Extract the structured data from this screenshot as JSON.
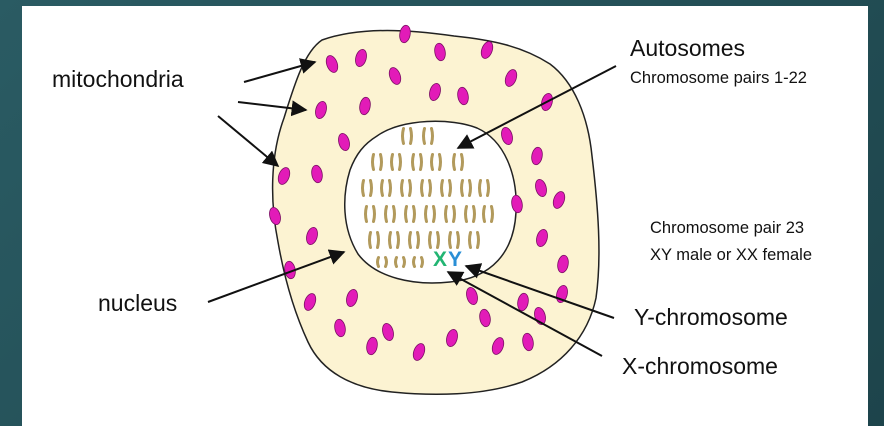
{
  "labels": {
    "mitochondria": "mitochondria",
    "nucleus": "nucleus",
    "autosomes": "Autosomes",
    "autosomes_sub": "Chromosome pairs 1-22",
    "pair23_line1": "Chromosome pair 23",
    "pair23_line2": "XY male or XX female",
    "y_chromosome": "Y-chromosome",
    "x_chromosome": "X-chromosome"
  },
  "chromosome_letters": {
    "x": "X",
    "y": "Y"
  },
  "colors": {
    "cytoplasm": "#fcf3d2",
    "nucleus": "#ffffff",
    "mitochondria": "#e21bb8",
    "autosomes": "#b29a5c",
    "x_chromosome": "#22b573",
    "y_chromosome": "#2a8fd6",
    "arrows": "#111111"
  }
}
